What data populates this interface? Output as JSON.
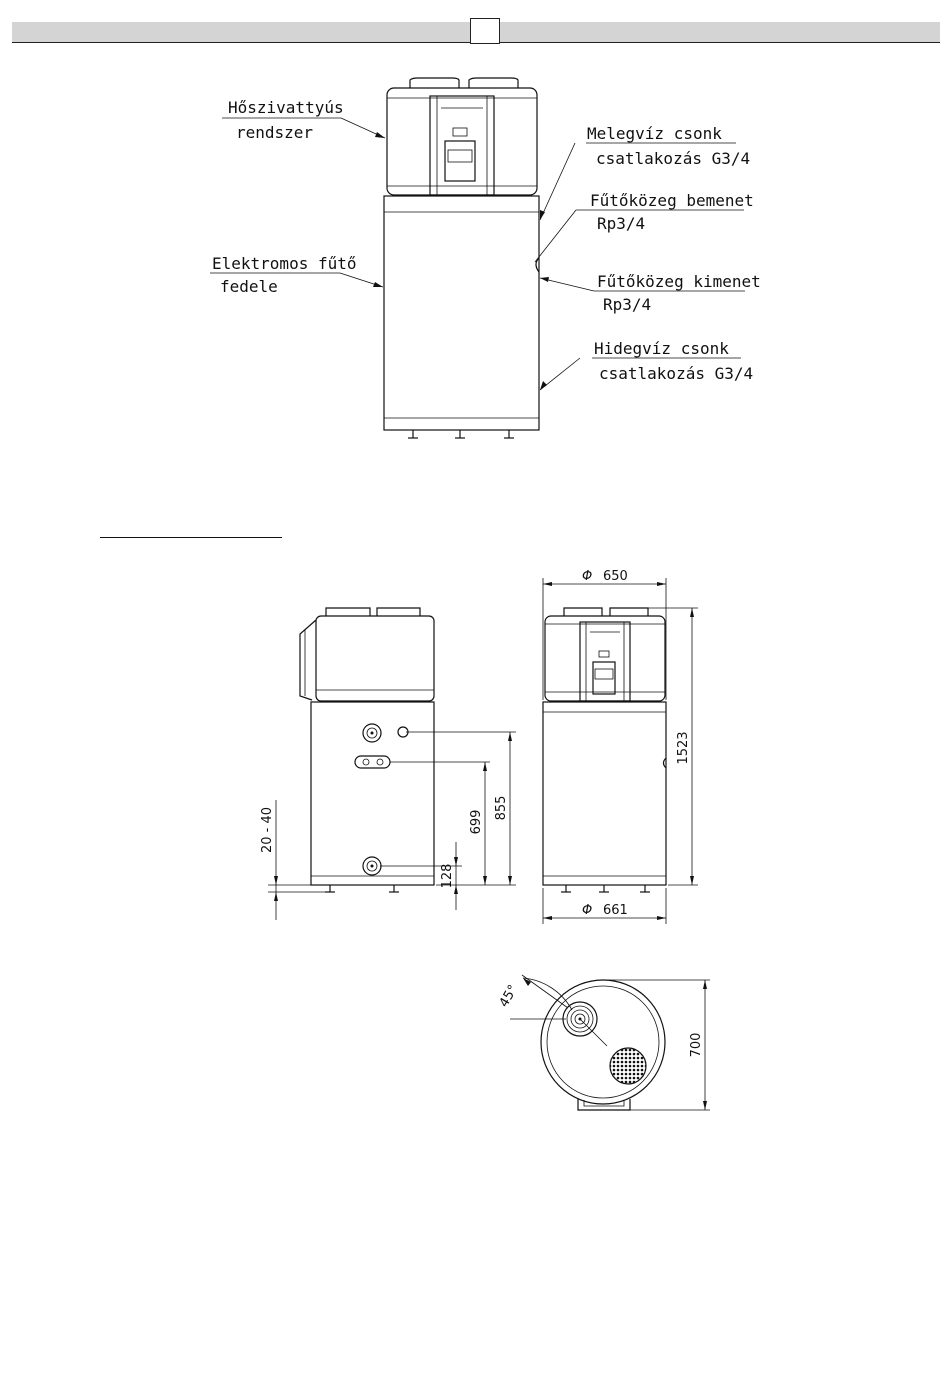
{
  "labels": {
    "heat_pump_line1": "Hőszivattyús",
    "heat_pump_line2": "rendszer",
    "heater_cover_line1": "Elektromos fűtő",
    "heater_cover_line2": "fedele",
    "hot_water_line1": "Melegvíz csonk",
    "hot_water_line2": "csatlakozás G3/4",
    "heat_in_line1": "Fűtőközeg bemenet",
    "heat_in_line2": "Rp3/4",
    "heat_out_line1": "Fűtőközeg kimenet",
    "heat_out_line2": "Rp3/4",
    "cold_water_line1": "Hidegvíz csonk",
    "cold_water_line2": "csatlakozás G3/4"
  },
  "dimensions": {
    "diameter_top": "650",
    "diameter_bottom": "661",
    "height_total": "1523",
    "height_855": "855",
    "height_699": "699",
    "height_128": "128",
    "feet_range": "20 - 40",
    "angle": "45°",
    "depth": "700",
    "phi_symbol": "Φ"
  }
}
